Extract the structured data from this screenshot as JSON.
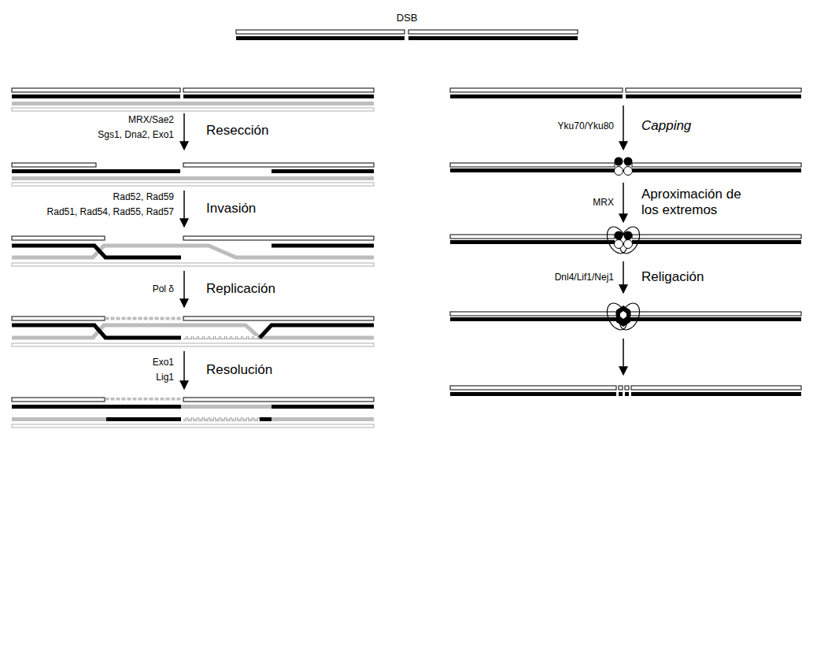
{
  "diagram": {
    "title": "DSB",
    "labels": [
      "MRX/Sae2",
      "Sgs1, Dna2, Exo1",
      "Resección",
      "Yku70/Yku80",
      "Capping",
      "MRX",
      "Aproximación de los extremos",
      "Rad52, Rad59",
      "Rad51, Rad54, Rad55, Rad57",
      "Invasión",
      "Dnl4/Lif1/Nej1",
      "Religación",
      "Pol δ",
      "Replicación",
      "Exo1",
      "Lig1",
      "Resolución"
    ]
  }
}
